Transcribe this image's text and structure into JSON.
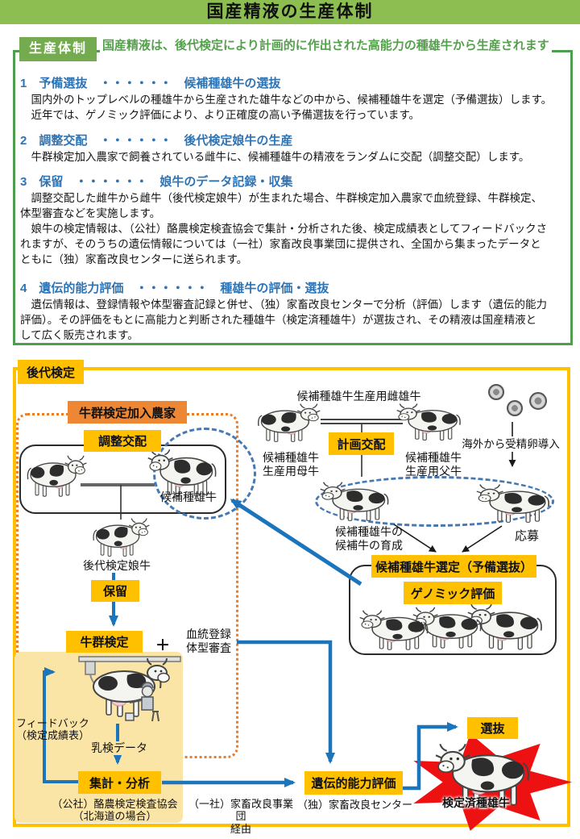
{
  "title": "国産精液の生産体制",
  "overview": {
    "label": "生産体制",
    "subtitle": "国産精液は、後代検定により計画的に作出された高能力の種雄牛から生産されます",
    "sections": [
      {
        "heading": "1　予備選抜　・・・・・・　候補種雄牛の選抜",
        "body": "　国内外のトップレベルの種雄牛から生産された雄牛などの中から、候補種雄牛を選定（予備選抜）します。\n　近年では、ゲノミック評価により、より正確度の高い予備選抜を行っています。"
      },
      {
        "heading": "2　調整交配　・・・・・・　後代検定娘牛の生産",
        "body": "　牛群検定加入農家で飼養されている雌牛に、候補種雄牛の精液をランダムに交配（調整交配）します。"
      },
      {
        "heading": "3　保留　・・・・・・　娘牛のデータ記録・収集",
        "body": "　調整交配した雌牛から雌牛（後代検定娘牛）が生まれた場合、牛群検定加入農家で血統登録、牛群検定、\n体型審査などを実施します。\n　娘牛の検定情報は、（公社）酪農検定検査協会で集計・分析された後、検定成績表としてフィードバックさ\nれますが、そのうちの遺伝情報については（一社）家畜改良事業団に提供され、全国から集まったデータと\nともに（独）家畜改良センターに送られます。"
      },
      {
        "heading": "4　遺伝的能力評価　・・・・・・　種雄牛の評価・選抜",
        "body": "　遺伝情報は、登録情報や体型審査記録と併せ、（独）家畜改良センターで分析（評価）します（遺伝的能力\n評価）。その評価をもとに高能力と判断された種雄牛（検定済種雄牛）が選抜され、その精液は国産精液と\nして広く販売されます。"
      }
    ]
  },
  "diagram": {
    "label": "後代検定",
    "farm": "牛群検定加入農家",
    "adjusted_mating": "調整交配",
    "candidate_bull": "候補種雄牛",
    "daughter": "後代検定娘牛",
    "retention": "保留",
    "herd_test": "牛群検定",
    "plus": "＋",
    "registration": "血統登録\n体型審査",
    "feedback": "フィードバック\n（検定成績表）",
    "milk_data": "乳検データ",
    "aggregation": "集計・分析",
    "dairy_assoc": "（公社）酪農検定検査協会\n（北海道の場合）",
    "via_org": "（一社）家畜改良事業団\n経由",
    "genetic_eval": "遺伝的能力評価",
    "nlbc": "（独）家畜改良センター",
    "selection": "選抜",
    "proven_bull": "検定済種雄牛",
    "parents_title": "候補種雄牛生産用雌雄牛",
    "planned_mating": "計画交配",
    "dam": "候補種雄牛\n生産用母牛",
    "sire": "候補種雄牛\n生産用父牛",
    "embryo_import": "海外から受精卵導入",
    "application": "応募",
    "rearing": "候補種雄牛の\n候補牛の育成",
    "preselection": "候補種雄牛選定（予備選抜）",
    "genomic": "ゲノミック評価"
  },
  "colors": {
    "header_green": "#8CBE52",
    "label_green": "#74AB4F",
    "border_green": "#4F9E4F",
    "subtitle_green": "#55A04D",
    "heading_blue": "#2E74B5",
    "accent_yellow": "#FFC000",
    "accent_orange": "#ED8733",
    "panel_yellow": "#FBE5A6",
    "arrow_blue": "#1B75BC",
    "dashed_blue": "#4679B2",
    "dotted_orange": "#E87D2B",
    "star_red": "#EE1111"
  }
}
